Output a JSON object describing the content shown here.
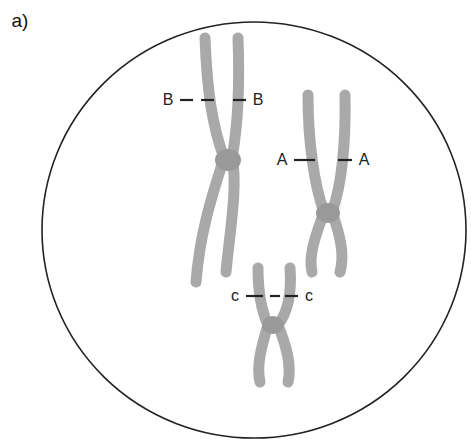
{
  "diagram": {
    "labels": [
      "a)",
      "B",
      "B",
      "A",
      "A",
      "c",
      "c"
    ]
  }
}
